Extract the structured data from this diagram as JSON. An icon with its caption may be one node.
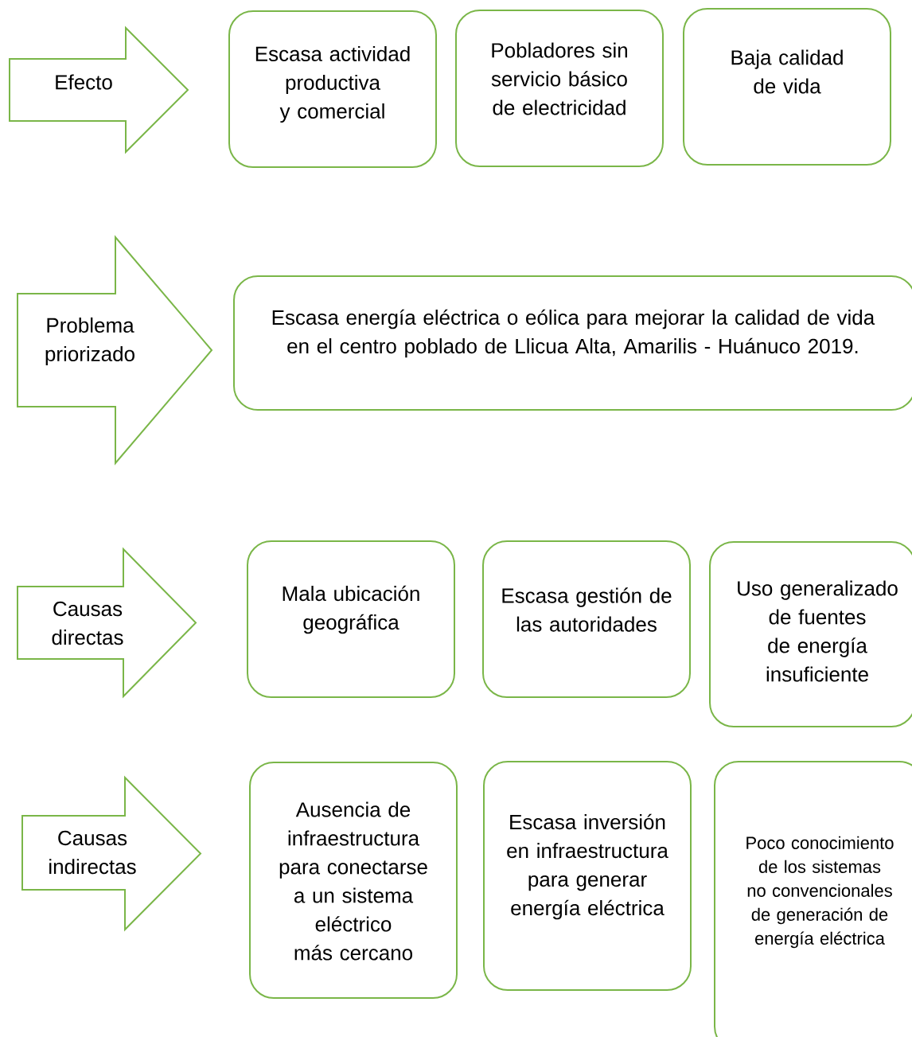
{
  "diagram": {
    "nodes": [
      {
        "text": [
          "Efecto"
        ]
      },
      {
        "text": [
          "Escasa actividad productiva y comercial"
        ]
      },
      {
        "text": [
          "Pobladores sin servicio básico de electricidad"
        ]
      },
      {
        "text": [
          "Baja calidad de vida"
        ]
      },
      {
        "text": [
          "Problema priorizado"
        ]
      },
      {
        "text": [
          "Escasa energía eléctrica o eólica para mejorar la calidad de vida en el centro poblado de Llicua Alta, Amarilis - Huánuco 2019."
        ]
      },
      {
        "text": [
          "Causas directas"
        ]
      },
      {
        "text": [
          "Mala ubicación geográfica"
        ]
      },
      {
        "text": [
          "Escasa gestión de las autoridades"
        ]
      },
      {
        "text": [
          "Uso generalizado de fuentes de energía insuficiente"
        ]
      },
      {
        "text": [
          "Causas indirectas"
        ]
      },
      {
        "text": [
          "Ausencia de infraestructura para conectarse a un sistema eléctrico más cercano"
        ]
      },
      {
        "text": [
          "Escasa inversión en infraestructura para generar energía eléctrica"
        ]
      },
      {
        "text": [
          "Poco conocimiento de los sistemas no convencionales de generación de energía eléctrica"
        ]
      }
    ]
  }
}
